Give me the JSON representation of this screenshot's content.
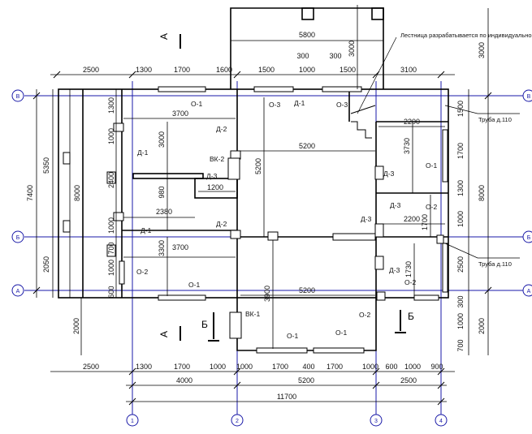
{
  "note": {
    "stair": "Лестница разрабатывается по индивидуально",
    "pipe_1": "Труба д.110",
    "pipe_2": "Труба д.110"
  },
  "axes": {
    "vertical": [
      "1",
      "2",
      "3",
      "4"
    ],
    "horizontal": [
      "В",
      "Б",
      "А"
    ],
    "horizontal_right": [
      "В",
      "Б",
      "А"
    ]
  },
  "section_marks": {
    "a_top": "А",
    "a_bottom": "А",
    "b_left": "Б",
    "b_right": "Б"
  },
  "dims": {
    "top_row1": [
      "2500",
      "1300",
      "1700",
      "1600",
      "1500",
      "1000",
      "1500",
      "3100"
    ],
    "top_small": [
      "300",
      "300"
    ],
    "top_porch": "5800",
    "top_porch_v": "3000",
    "bottom_row1": [
      "2500",
      "1300",
      "1700",
      "1000",
      "1000",
      "1700",
      "400",
      "1700",
      "1000",
      "600",
      "1000",
      "900"
    ],
    "bottom_row2": [
      "4000",
      "5200",
      "2500"
    ],
    "bottom_total": "11700",
    "left_outer": "7400",
    "left_mid": [
      "5350",
      "2050"
    ],
    "left_8000": "8000",
    "left_inner": [
      "1300",
      "1000",
      "2400",
      "1000",
      "700",
      "1000",
      "600"
    ],
    "left_2000": "2000",
    "right_3000": "3000",
    "right_inner": [
      "1500",
      "1700",
      "1300",
      "1000",
      "2500",
      "300",
      "1000",
      "700"
    ],
    "right_8000": "8000",
    "right_2000": "2000",
    "inner": [
      "3700",
      "3000",
      "980",
      "1200",
      "2380",
      "3300",
      "3700",
      "5200",
      "5200",
      "5200",
      "3900",
      "2200",
      "3730",
      "2200",
      "1700",
      "1730"
    ]
  },
  "labels": {
    "o1_a": "О-1",
    "o3_a": "О-3",
    "d1_a": "Д-1",
    "o3_b": "О-3",
    "d2_a": "Д-2",
    "d1_b": "Д-1",
    "vk2": "ВК-2",
    "d3_a": "Д-3",
    "d2_b": "Д-2",
    "d1_c": "Д-1",
    "d3_b": "Д-3",
    "o1_b": "О-1",
    "d3_c": "Д-3",
    "o2_a": "О-2",
    "o1_c": "О-1",
    "d3_d": "Д-3",
    "o2_b": "О-2",
    "o2_c": "О-2",
    "vk1": "ВК-1",
    "o2_d": "О-2",
    "o1_d": "О-1",
    "o1_e": "О-1",
    "d3_e": "Д-3"
  }
}
